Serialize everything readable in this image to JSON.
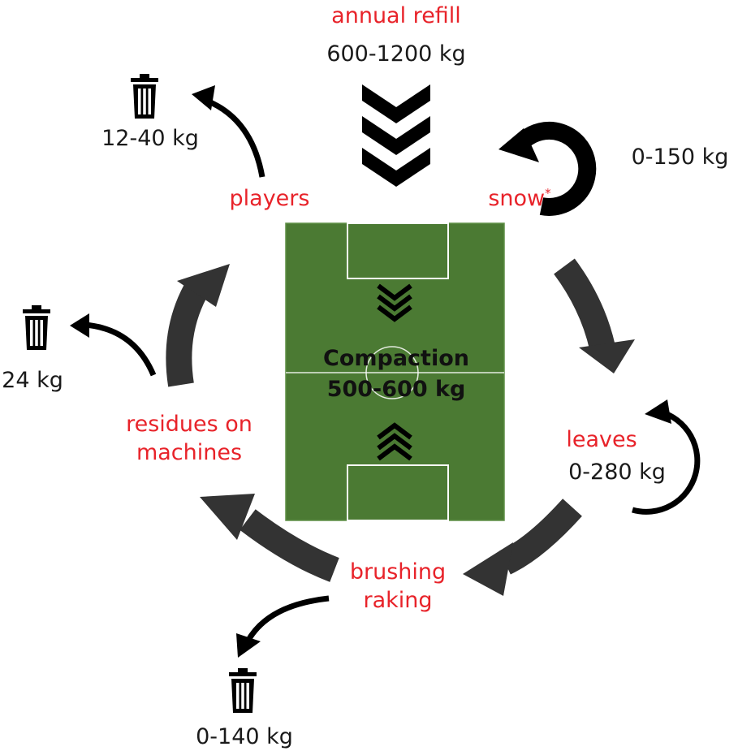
{
  "annual_refill": {
    "label": "annual refill",
    "amount": "600-1200 kg"
  },
  "players": {
    "label": "players",
    "loss": "12-40 kg"
  },
  "snow": {
    "label": "snow",
    "marker": "*",
    "amount": "0-150 kg"
  },
  "residues": {
    "line1": "residues on",
    "line2": "machines",
    "loss": "24 kg"
  },
  "compaction": {
    "label": "Compaction",
    "amount": "500-600 kg"
  },
  "leaves": {
    "label": "leaves",
    "amount": "0-280 kg"
  },
  "brushing": {
    "line1": "brushing",
    "line2": "raking",
    "loss": "0-140 kg"
  },
  "colors": {
    "label_red": "#e8232a",
    "text_black": "#1a1a1a",
    "pitch_green": "#4b7a33",
    "pitch_lines": "#ffffff",
    "arrow_dark": "#2f2f2f",
    "arrow_black": "#000000"
  },
  "icons": [
    "trash-can-icon",
    "chevron-down-icon",
    "chevron-up-icon",
    "cycle-arrow-icon"
  ]
}
